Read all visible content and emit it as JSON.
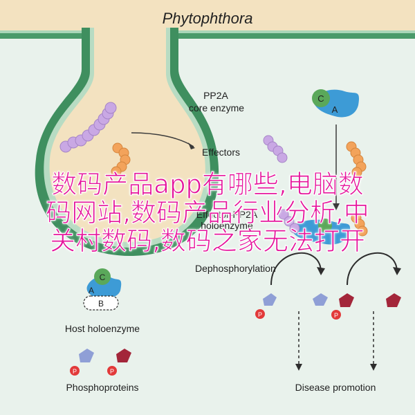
{
  "title": "Phytophthora",
  "labels": {
    "pp2a": "PP2A",
    "core_enzyme": "core enzyme",
    "effectors": "Effectors",
    "effector_pp2a": "Effector-PP2A",
    "holoenzyme": "holoenzyme",
    "dephosphorylation": "Dephosphorylation",
    "host_holoenzyme": "Host holoenzyme",
    "phosphoproteins": "Phosphoproteins",
    "disease_promotion": "Disease promotion"
  },
  "subunits": {
    "a": "A",
    "b": "B",
    "c": "C",
    "p": "P"
  },
  "watermark": {
    "line1": "数码产品app有哪些,电脑数",
    "line2": "码网站,数码产品行业分析,中",
    "line3": "关村数码,数码之家无法打开"
  },
  "colors": {
    "background": "#e9f2ec",
    "cell_fill": "#f3e2c0",
    "membrane": "#3f8f5f",
    "subunit_a": "#3d9bd6",
    "subunit_c": "#5aa85a",
    "phospho": "#e23a3a",
    "substrate_blue": "#8f9fd6",
    "substrate_red": "#a3263a",
    "effector_purple": "#c9a8e4",
    "effector_orange": "#f3a35b",
    "watermark": "#e5139b"
  }
}
